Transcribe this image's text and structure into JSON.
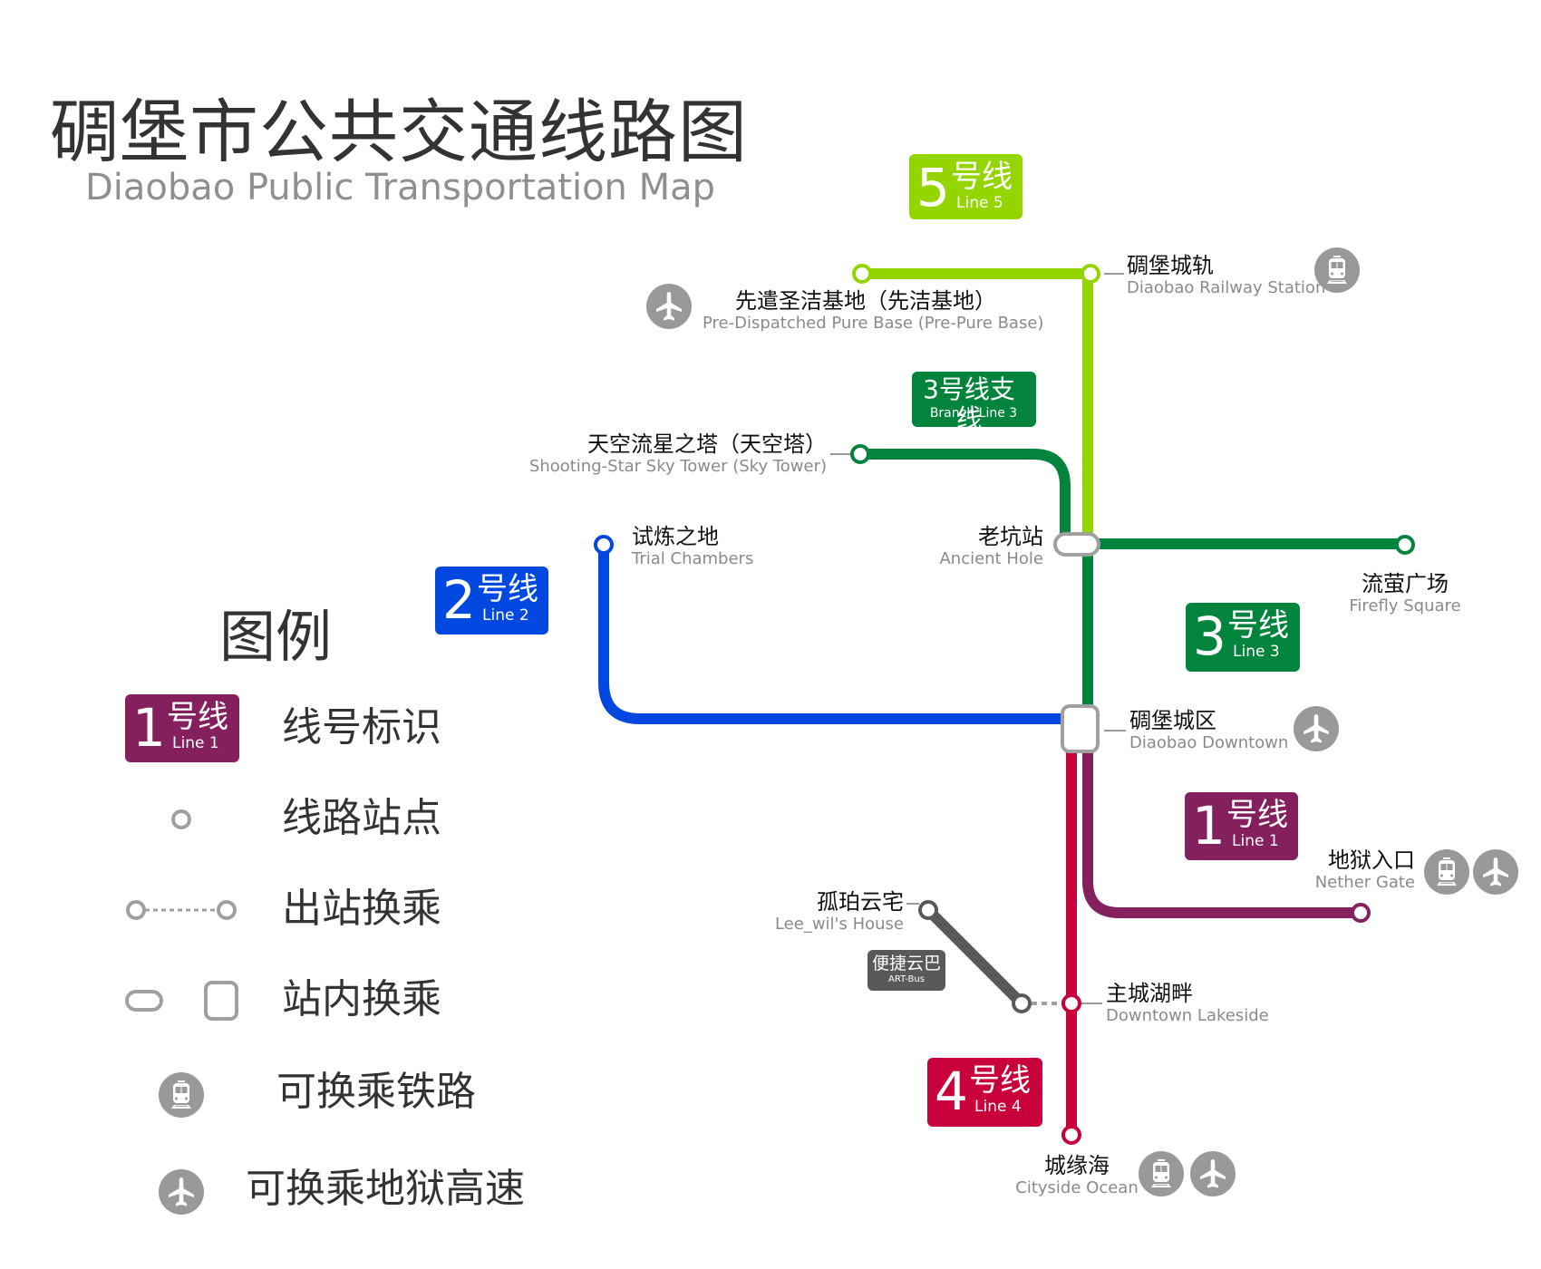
{
  "header": {
    "title_zh": "碉堡市公共交通线路图",
    "title_en": "Diaobao Public Transportation Map"
  },
  "colors": {
    "line1": "#84205e",
    "line2": "#0048e0",
    "line3": "#03843c",
    "line4": "#c8003c",
    "line5": "#94d500",
    "art_bus": "#595959",
    "station_ring": "#a0a0a0",
    "icon_bg": "#999999"
  },
  "lines": {
    "line1": {
      "num": "1",
      "zh": "号线",
      "en": "Line 1"
    },
    "line2": {
      "num": "2",
      "zh": "号线",
      "en": "Line 2"
    },
    "line3": {
      "num": "3",
      "zh": "号线",
      "en": "Line 3"
    },
    "line4": {
      "num": "4",
      "zh": "号线",
      "en": "Line 4"
    },
    "line5": {
      "num": "5",
      "zh": "号线",
      "en": "Line 5"
    },
    "branch3": {
      "zh": "3号线支线",
      "en": "Branch Line 3"
    },
    "art_bus": {
      "zh": "便捷云巴",
      "en": "ART-Bus"
    }
  },
  "stations": {
    "railway": {
      "zh": "碉堡城轨",
      "en": "Diaobao Railway Station",
      "transfers": [
        "railway-icon"
      ]
    },
    "pre_pure_base": {
      "zh": "先遣圣洁基地（先洁基地）",
      "en": "Pre-Dispatched Pure Base (Pre-Pure Base)",
      "transfers": [
        "airplane-icon"
      ]
    },
    "sky_tower": {
      "zh": "天空流星之塔（天空塔）",
      "en": "Shooting-Star Sky Tower (Sky Tower)"
    },
    "trial_chambers": {
      "zh": "试炼之地",
      "en": "Trial Chambers"
    },
    "ancient_hole": {
      "zh": "老坑站",
      "en": "Ancient Hole"
    },
    "firefly_square": {
      "zh": "流萤广场",
      "en": "Firefly Square"
    },
    "downtown": {
      "zh": "碉堡城区",
      "en": "Diaobao Downtown",
      "transfers": [
        "airplane-icon"
      ]
    },
    "nether_gate": {
      "zh": "地狱入口",
      "en": "Nether Gate",
      "transfers": [
        "railway-icon",
        "airplane-icon"
      ]
    },
    "lee_wil": {
      "zh": "孤珀云宅",
      "en": "Lee_wil's House"
    },
    "lakeside": {
      "zh": "主城湖畔",
      "en": "Downtown Lakeside"
    },
    "cityside_ocean": {
      "zh": "城缘海",
      "en": "Cityside Ocean",
      "transfers": [
        "railway-icon",
        "airplane-icon"
      ]
    }
  },
  "legend": {
    "title": "图例",
    "items": [
      {
        "symbol": "line-badge",
        "label": "线号标识"
      },
      {
        "symbol": "station-circle",
        "label": "线路站点"
      },
      {
        "symbol": "out-of-station-transfer",
        "label": "出站换乘"
      },
      {
        "symbol": "in-station-transfer",
        "label": "站内换乘"
      },
      {
        "symbol": "railway-icon",
        "label": "可换乘铁路"
      },
      {
        "symbol": "airplane-icon",
        "label": "可换乘地狱高速"
      }
    ]
  }
}
